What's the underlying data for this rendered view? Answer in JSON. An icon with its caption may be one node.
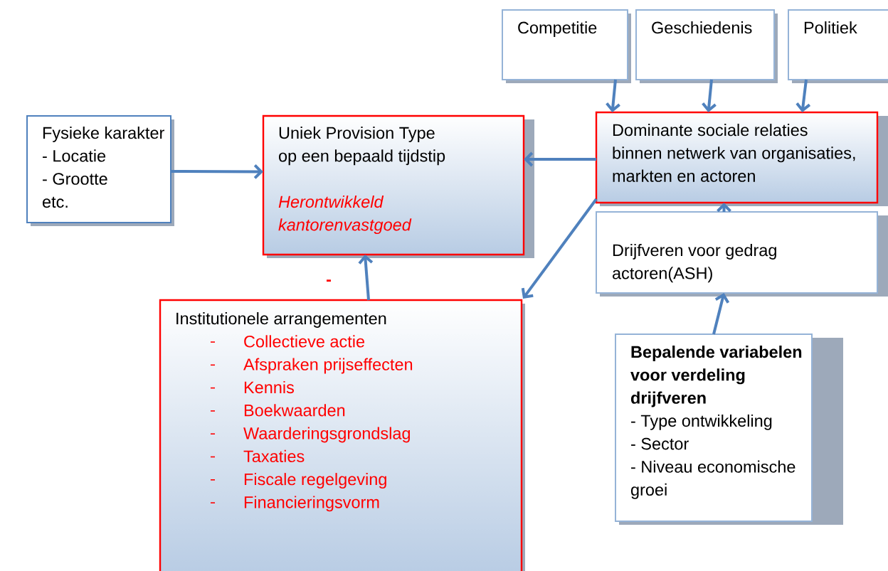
{
  "diagram": {
    "nodes": [
      {
        "text": [
          "Fysieke karakter",
          "- Locatie",
          "- Grootte",
          "etc."
        ]
      },
      {
        "text": [
          "Uniek Provision Type op een bepaald tijdstip",
          "Herontwikkeld kantorenvastgoed"
        ]
      },
      {
        "text": [
          "Competitie"
        ]
      },
      {
        "text": [
          "Geschiedenis"
        ]
      },
      {
        "text": [
          "Politiek"
        ]
      },
      {
        "text": [
          "Dominante sociale relaties binnen netwerk van organisaties, markten en actoren"
        ]
      },
      {
        "text": [
          "Drijfveren voor gedrag actoren(ASH)"
        ]
      },
      {
        "text": [
          "Institutionele arrangementen",
          "Collectieve actie",
          "Afspraken prijseffecten",
          "Kennis",
          "Boekwaarden",
          "Waarderingsgrondslag",
          "Taxaties",
          "Fiscale regelgeving",
          "Financieringsvorm"
        ]
      },
      {
        "text": [
          "Bepalende variabelen voor verdeling drijfveren",
          "- Type ontwikkeling",
          "- Sector",
          "- Niveau economische groei"
        ]
      }
    ],
    "edges": [
      {
        "from": 0,
        "to": 1,
        "arrow": "to"
      },
      {
        "from": 2,
        "to": 5,
        "arrow": "to"
      },
      {
        "from": 3,
        "to": 5,
        "arrow": "to"
      },
      {
        "from": 4,
        "to": 5,
        "arrow": "to"
      },
      {
        "from": 5,
        "to": 1,
        "arrow": "to"
      },
      {
        "from": 5,
        "to": 7,
        "arrow": "to"
      },
      {
        "from": 7,
        "to": 1,
        "arrow": "to"
      },
      {
        "from": 6,
        "to": 5,
        "arrow": "to"
      },
      {
        "from": 8,
        "to": 6,
        "arrow": "to"
      }
    ],
    "labels": [
      "-"
    ]
  }
}
